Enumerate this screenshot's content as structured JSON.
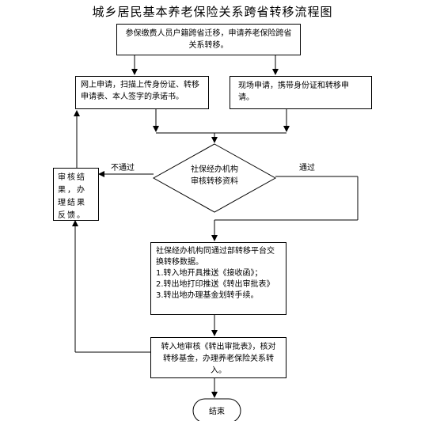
{
  "title": "城乡居民基本养老保险关系跨省转移流程图",
  "nodes": {
    "start": "参保缴费人员户籍跨省迁移，申请养老保险跨省关系转移。",
    "online": "网上申请，扫描上传身份证、转移申请表、本人签字的承诺书。",
    "onsite": "现场申请，携带身份证和转移申请。",
    "review": {
      "line1": "社保经办机构",
      "line2": "审核转移资料"
    },
    "feedback": "审核结果，办理结果反馈。",
    "exchange": {
      "intro": "社保经办机构同通过部转移平台交换转移数据。",
      "step1": "1.转入地开具推送《接收函》；",
      "step2": "2.转出地打印推送《转出审批表》",
      "step3": "3.转出地办理基金划转手续。"
    },
    "transfer_in": "转入地审核《转出审批表》，核对转移基金，办理养老保险关系转入。",
    "end": "结束"
  },
  "labels": {
    "fail": "不通过",
    "pass": "通过"
  }
}
